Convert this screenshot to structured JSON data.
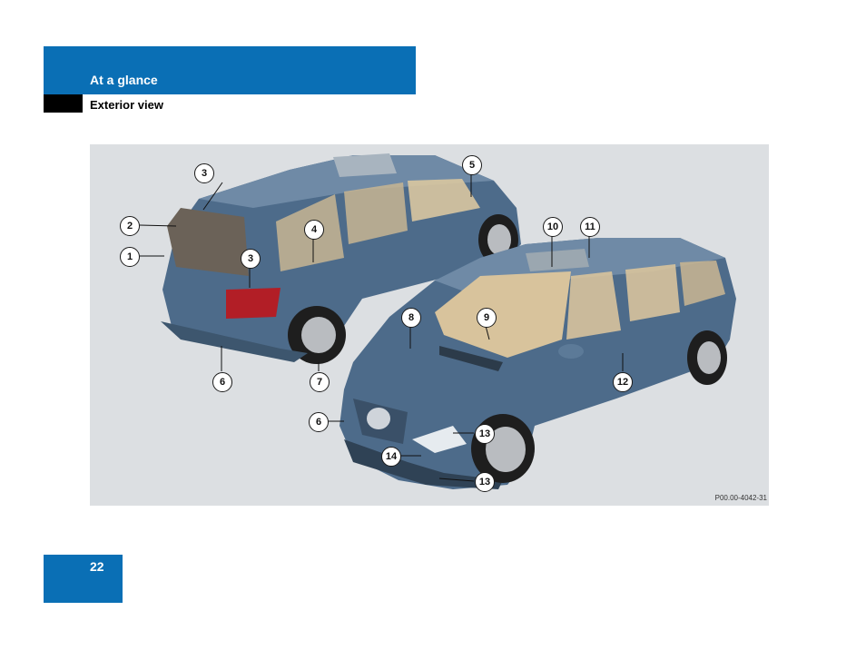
{
  "header": {
    "section_title": "At a glance",
    "subsection_title": "Exterior view"
  },
  "figure": {
    "reference": "P00.00-4042-31",
    "callouts": [
      "1",
      "2",
      "3",
      "3",
      "4",
      "5",
      "6",
      "6",
      "7",
      "8",
      "9",
      "10",
      "11",
      "12",
      "13",
      "13",
      "14"
    ]
  },
  "page": {
    "number": "22"
  },
  "colors": {
    "brand_blue": "#0a6fb5",
    "figure_background": "#dcdfe2",
    "car_body": "#4d6b8a"
  }
}
